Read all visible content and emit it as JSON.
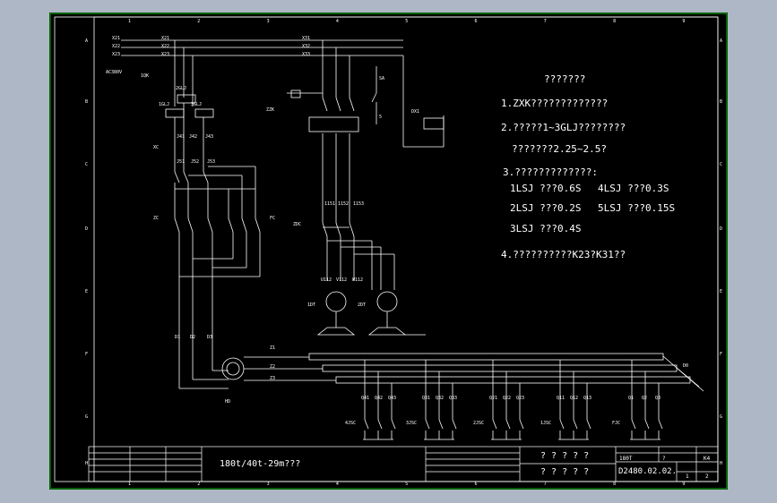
{
  "colors": {
    "background": "#aeb7c6",
    "canvas": "#000000",
    "line": "#ffffff",
    "border": "#00c000"
  },
  "grid": {
    "cols": [
      "1",
      "2",
      "3",
      "4",
      "5",
      "6",
      "7",
      "8",
      "9"
    ],
    "rows": [
      "A",
      "B",
      "C",
      "D",
      "E",
      "F",
      "G",
      "H"
    ]
  },
  "labels": {
    "supply": [
      "X21",
      "X22",
      "X23"
    ],
    "supply_right": [
      "X31",
      "X32",
      "X33"
    ],
    "ac": "AC380V",
    "breaker": "1QK",
    "relays": [
      "1GLJ",
      "2GLJ",
      "3GLJ"
    ],
    "relay_pins": [
      "J41",
      "J42",
      "J43"
    ],
    "xc": "XC",
    "xc_pins": [
      "J51",
      "J52",
      "J53"
    ],
    "zc": "ZC",
    "fc": "FC",
    "zk": "ZZK",
    "zk_pins": [
      "1151",
      "1152",
      "1153"
    ],
    "zdc": "ZDC",
    "sa": "SA",
    "sa_n": "5",
    "coil": "DX1",
    "motor_pins": [
      "U112",
      "V112",
      "W112"
    ],
    "motor1": "1DT",
    "motor2": "2DT",
    "hd_pins": [
      "D1",
      "D2",
      "D3"
    ],
    "hd": "HD",
    "z_pins": [
      "Z1",
      "Z2",
      "Z3"
    ],
    "d0": "D0",
    "contact_groups": [
      {
        "pins": [
          "Q41",
          "Q42",
          "Q43"
        ],
        "name": "4JSC"
      },
      {
        "pins": [
          "Q31",
          "Q32",
          "Q33"
        ],
        "name": "3JSC"
      },
      {
        "pins": [
          "Q21",
          "Q22",
          "Q23"
        ],
        "name": "2JSC"
      },
      {
        "pins": [
          "Q11",
          "Q12",
          "Q13"
        ],
        "name": "1JSC"
      },
      {
        "pins": [
          "Q1",
          "Q2",
          "Q3"
        ],
        "name": "FJC"
      }
    ]
  },
  "notes": {
    "title": "???????",
    "n1": "1.ZXK?????????????",
    "n2a": "2.?????1~3GLJ????????",
    "n2b": "???????2.25~2.5?",
    "n3": "3.?????????????:",
    "times": [
      "1LSJ ???0.6S",
      "4LSJ ???0.3S",
      "2LSJ ???0.2S",
      "5LSJ ???0.15S",
      "3LSJ ???0.4S"
    ],
    "n4": "4.??????????K23?K31??"
  },
  "title_block": {
    "drawing_name": "180t/40t-29m???",
    "cell_a": "? ? ? ? ?",
    "cell_b": "? ? ? ? ?",
    "drawing_no": "D2480.02.02.",
    "ref": "180T",
    "ref_mark": "?",
    "ref_code": "K4",
    "sheet_a": "1",
    "sheet_b": "2"
  }
}
